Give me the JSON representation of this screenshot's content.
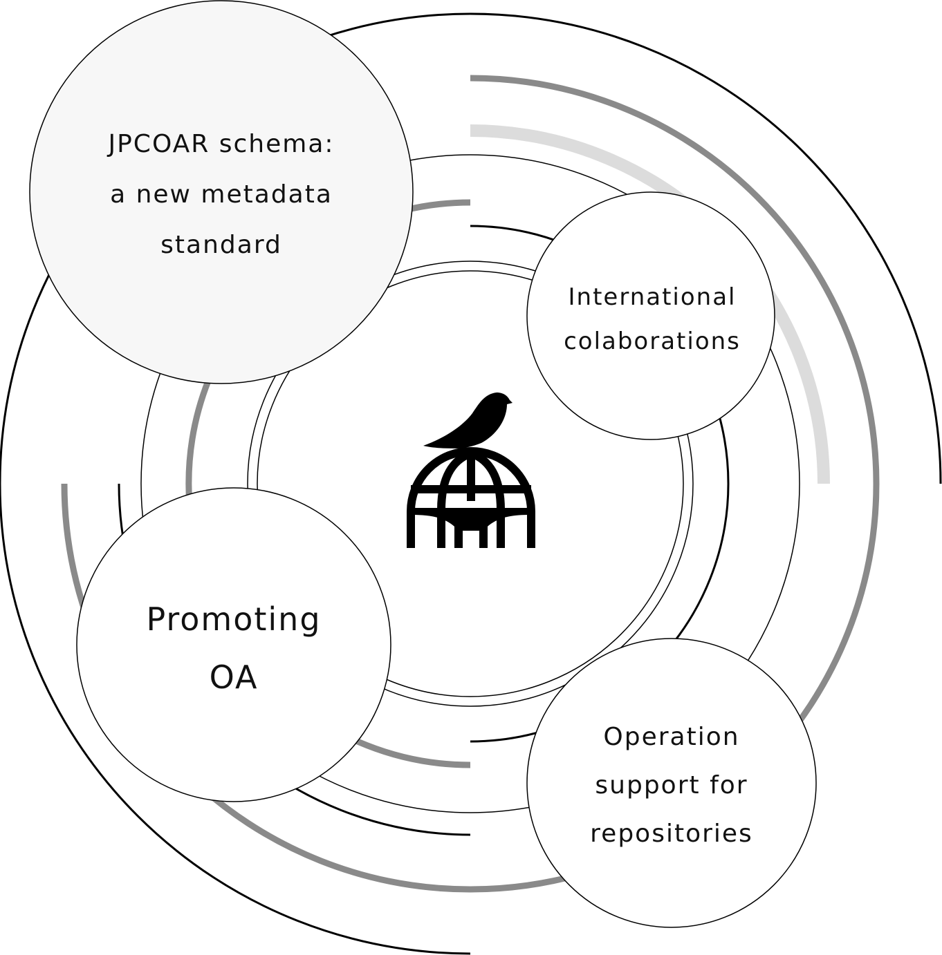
{
  "diagram": {
    "center_logo": "bird-on-cage-logo",
    "nodes": [
      {
        "id": "jpcoar",
        "lines": [
          "JPCOAR schema:",
          "a new metadata",
          "standard"
        ]
      },
      {
        "id": "international",
        "lines": [
          "International",
          "colaborations"
        ]
      },
      {
        "id": "promoting",
        "lines": [
          "Promoting",
          "OA"
        ]
      },
      {
        "id": "operation",
        "lines": [
          "Operation",
          "support for",
          "repositories"
        ]
      }
    ]
  },
  "colors": {
    "stroke_dark": "#000000",
    "stroke_gray": "#8a8a8a",
    "stroke_light": "#dcdcdc",
    "node_fill_light": "#f7f7f7",
    "node_fill": "#ffffff",
    "text": "#111111"
  }
}
